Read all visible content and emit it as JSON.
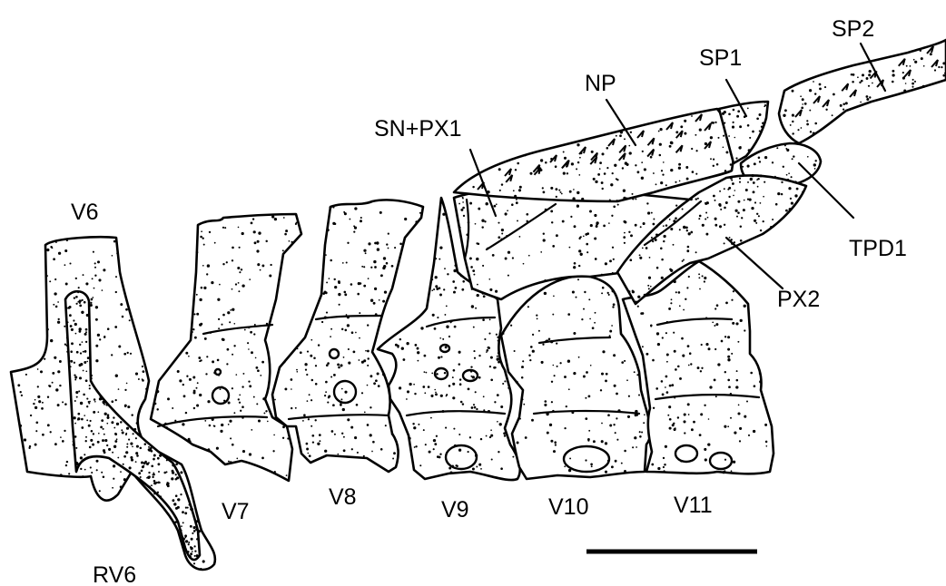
{
  "labels": {
    "v6": "V6",
    "rv6": "RV6",
    "v7": "V7",
    "v8": "V8",
    "v9": "V9",
    "v10": "V10",
    "v11": "V11",
    "sn_px1": "SN+PX1",
    "np": "NP",
    "sp1": "SP1",
    "sp2": "SP2",
    "tpd1": "TPD1",
    "px2": "PX2"
  },
  "colors": {
    "ink": "#000000",
    "paper": "#ffffff"
  },
  "scale_bar": true
}
